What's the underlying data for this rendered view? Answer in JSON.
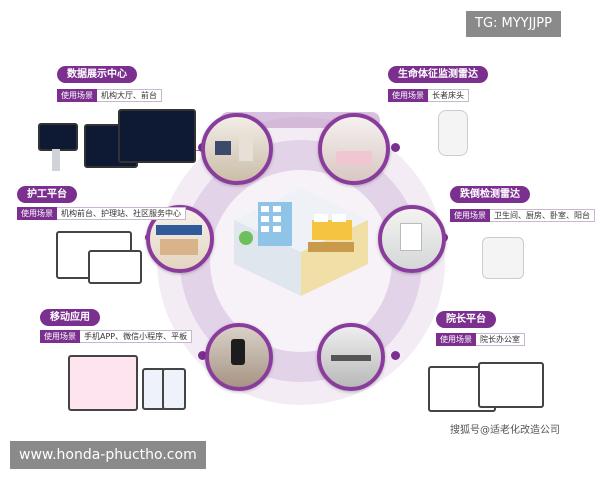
{
  "watermark_top": "TG: MYYJJPP",
  "watermark_bottom": "www.honda-phuctho.com",
  "sohu_credit": "搜狐号@适老化改造公司",
  "scene_tag": "使用场景",
  "modules": {
    "data_display": {
      "title": "数据展示中心",
      "scene": "机构大厅、前台"
    },
    "nursing": {
      "title": "护工平台",
      "scene": "机构前台、护理站、社区服务中心"
    },
    "mobile": {
      "title": "移动应用",
      "scene": "手机APP、微信小程序、平板"
    },
    "vital_radar": {
      "title": "生命体征监测雷达",
      "scene": "长者床头"
    },
    "fall_radar": {
      "title": "跌倒检测雷达",
      "scene": "卫生间、厨房、卧室、阳台"
    },
    "director": {
      "title": "院长平台",
      "scene": "院长办公室"
    }
  },
  "colors": {
    "accent": "#7b2f8e",
    "ring_light": "#efe6f2",
    "ring_mid": "#d8c3df"
  }
}
